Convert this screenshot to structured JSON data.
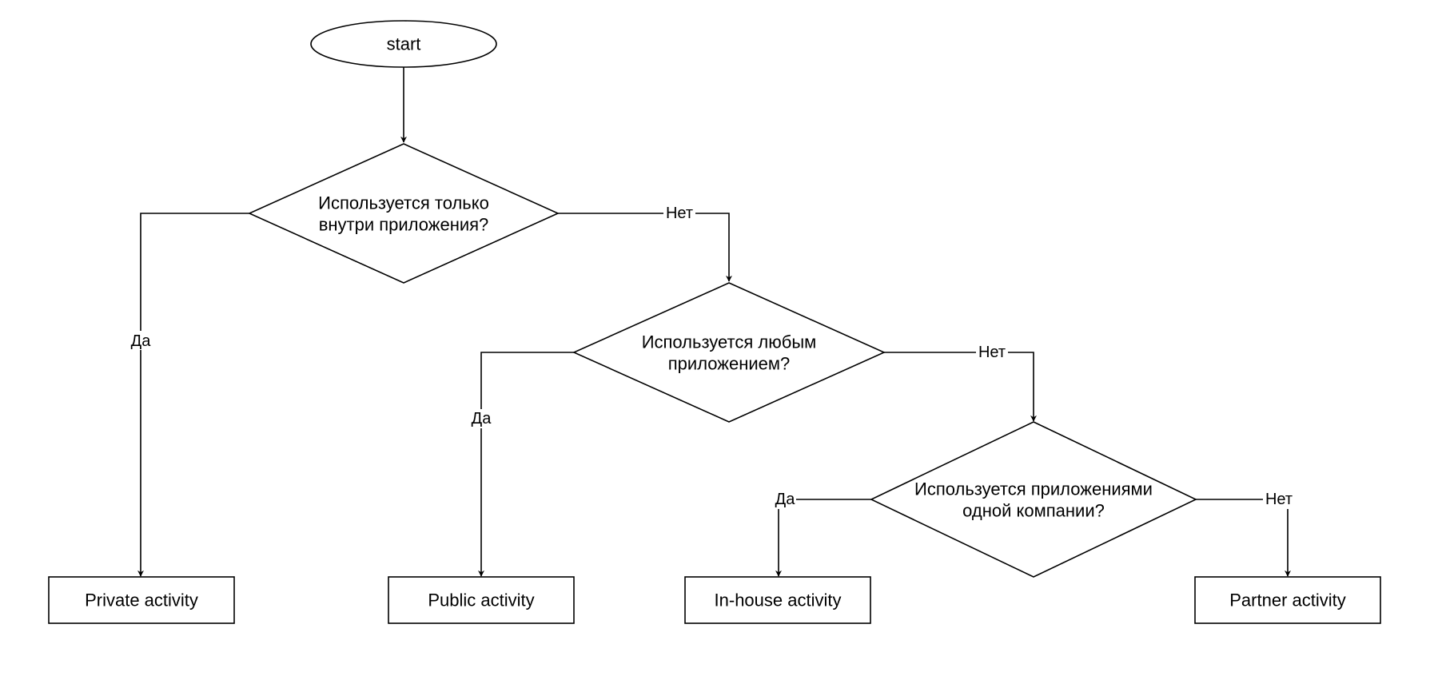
{
  "nodes": {
    "start": {
      "lines": [
        "start"
      ]
    },
    "q_inside_app": {
      "lines": [
        "Используется только",
        "внутри приложения?"
      ]
    },
    "q_any_app": {
      "lines": [
        "Используется любым",
        "приложением?"
      ]
    },
    "q_same_company": {
      "lines": [
        "Используется приложениями",
        "одной компании?"
      ]
    },
    "private": {
      "lines": [
        "Private activity"
      ]
    },
    "public": {
      "lines": [
        "Public activity"
      ]
    },
    "inhouse": {
      "lines": [
        "In-house activity"
      ]
    },
    "partner": {
      "lines": [
        "Partner activity"
      ]
    }
  },
  "edges": {
    "q1_yes": "Да",
    "q1_no": "Нет",
    "q2_yes": "Да",
    "q2_no": "Нет",
    "q3_yes": "Да",
    "q3_no": "Нет"
  },
  "colors": {
    "stroke": "#000000",
    "fill": "#ffffff"
  }
}
